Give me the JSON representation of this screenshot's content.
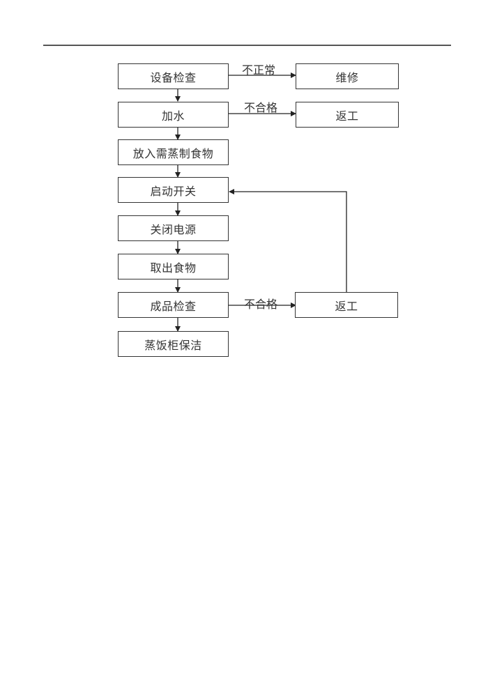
{
  "flowchart": {
    "main_steps": [
      {
        "id": "s1",
        "label": "设备检查"
      },
      {
        "id": "s2",
        "label": "加水"
      },
      {
        "id": "s3",
        "label": "放入需蒸制食物"
      },
      {
        "id": "s4",
        "label": "启动开关"
      },
      {
        "id": "s5",
        "label": "关闭电源"
      },
      {
        "id": "s6",
        "label": "取出食物"
      },
      {
        "id": "s7",
        "label": "成品检查"
      },
      {
        "id": "s8",
        "label": "蒸饭柜保洁"
      }
    ],
    "side_steps": [
      {
        "id": "r1",
        "label": "维修",
        "from": "s1"
      },
      {
        "id": "r2",
        "label": "返工",
        "from": "s2"
      },
      {
        "id": "r3",
        "label": "返工",
        "from": "s7",
        "returns_to": "s4"
      }
    ],
    "edge_labels": [
      {
        "from": "s1",
        "to": "r1",
        "label": "不正常"
      },
      {
        "from": "s2",
        "to": "r2",
        "label": "不合格"
      },
      {
        "from": "s7",
        "to": "r3",
        "label": "不合格"
      }
    ]
  }
}
